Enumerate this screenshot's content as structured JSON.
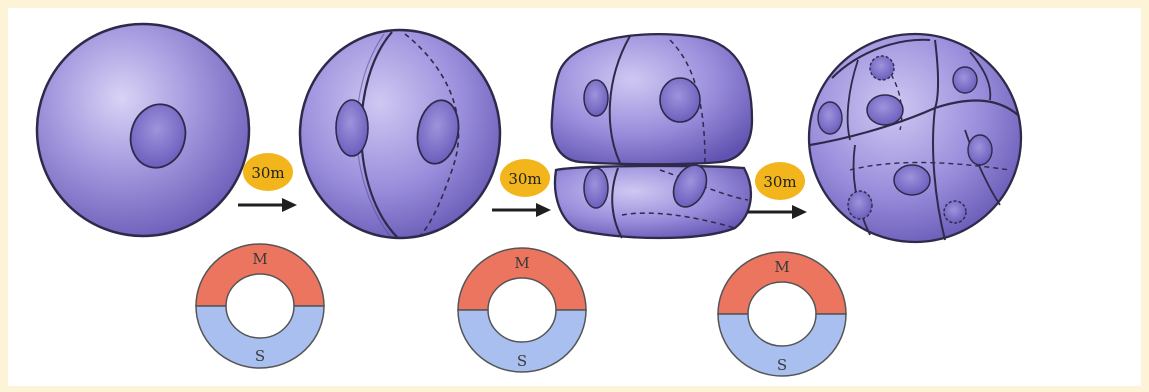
{
  "diagram": {
    "background_color": "#fdf3d6",
    "cell_color": "#8c7fd1",
    "nucleus_color": "#7d70c9",
    "badge_color": "#f2b51c",
    "ring_top_color": "#ec7560",
    "ring_bottom_color": "#a9bff0",
    "timers": [
      {
        "label": "30m",
        "icon": "arrow-right-icon"
      },
      {
        "label": "30m",
        "icon": "arrow-right-icon"
      },
      {
        "label": "30m",
        "icon": "arrow-right-icon"
      }
    ],
    "cycles": [
      {
        "top": "M",
        "bottom": "S"
      },
      {
        "top": "M",
        "bottom": "S"
      },
      {
        "top": "M",
        "bottom": "S"
      }
    ]
  }
}
